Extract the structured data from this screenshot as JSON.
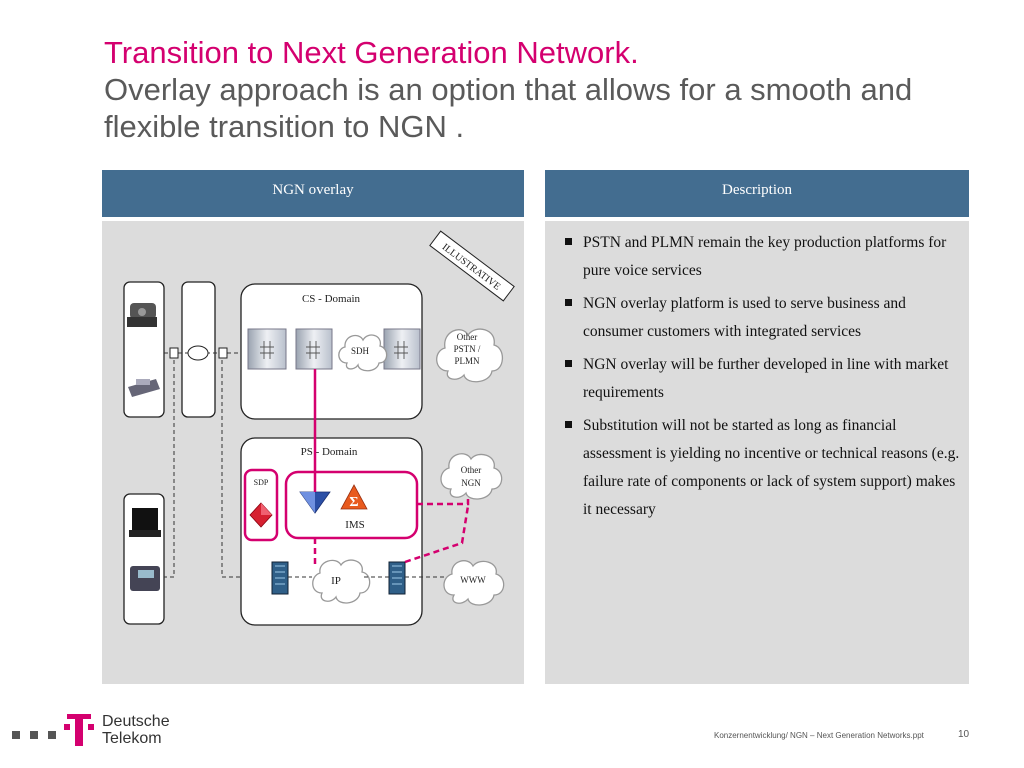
{
  "title": {
    "line1": "Transition to Next Generation Network.",
    "line2": "Overlay approach is an option that allows for a smooth and flexible transition to NGN ."
  },
  "panels": {
    "left_header": "NGN overlay",
    "right_header": "Description"
  },
  "diagram": {
    "stamp": "ILLUSTRATIVE",
    "cs_domain": "CS - Domain",
    "ps_domain": "PS - Domain",
    "sdh": "SDH",
    "sdp": "SDP",
    "ims": "IMS",
    "ip": "IP",
    "other_pstn": [
      "Other",
      "PSTN /",
      "PLMN"
    ],
    "other_ngn": [
      "Other",
      "NGN"
    ],
    "www": "WWW"
  },
  "bullets": [
    "PSTN and PLMN remain the key production platforms for pure voice services",
    "NGN overlay platform is used to serve business and consumer customers with integrated services",
    "NGN overlay will be further developed in line with market requirements",
    "Substitution will not be started as long as financial assessment is yielding no incentive or technical reasons (e.g. failure rate of components or lack of system support) makes it necessary"
  ],
  "footer": {
    "brand_line1": "Deutsche",
    "brand_line2": "Telekom",
    "note": "Konzernentwicklung/ NGN – Next Generation Networks.ppt",
    "page": "10"
  },
  "colors": {
    "magenta": "#d4006f",
    "header_blue": "#436d90",
    "panel_grey": "#dcdcdc"
  }
}
